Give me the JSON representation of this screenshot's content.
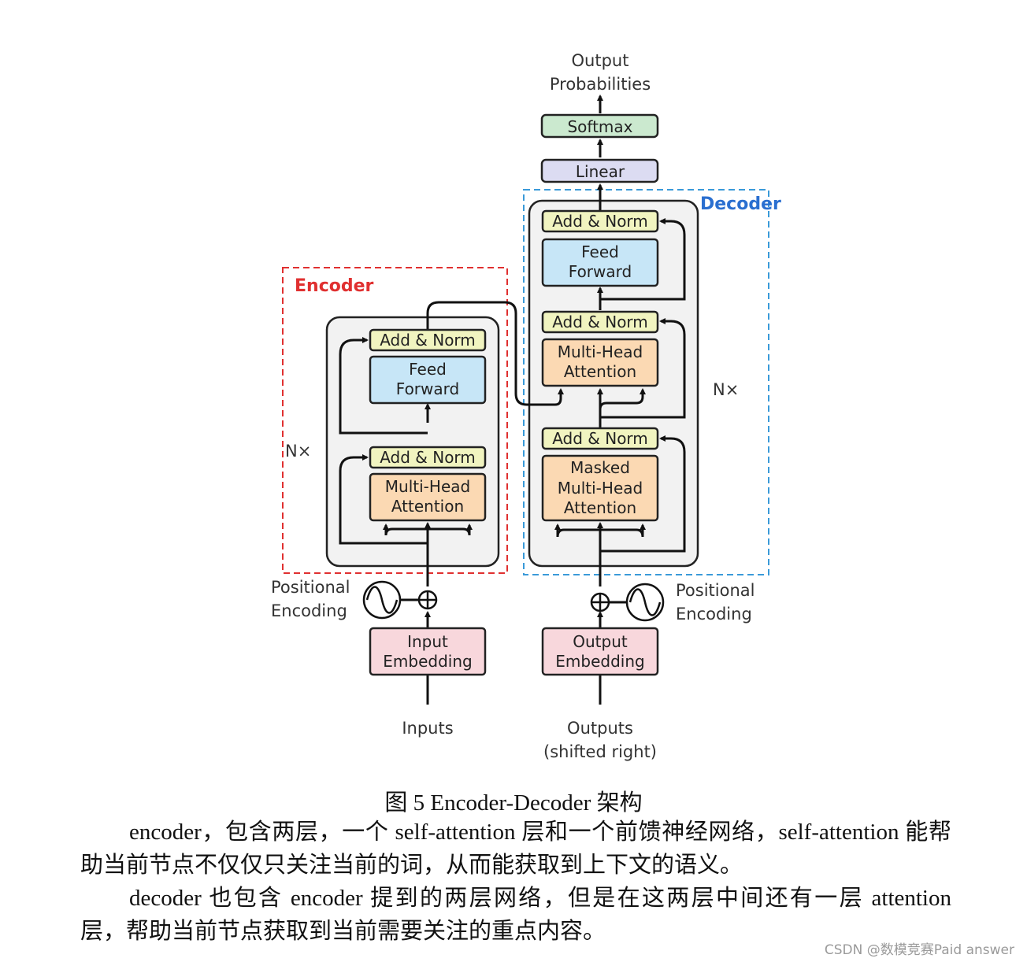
{
  "diagram": {
    "output_label": [
      "Output",
      "Probabilities"
    ],
    "softmax": "Softmax",
    "linear": "Linear",
    "encoder_tag": "Encoder",
    "decoder_tag": "Decoder",
    "add_norm": "Add & Norm",
    "feed_forward": [
      "Feed",
      "Forward"
    ],
    "multi_head": [
      "Multi-Head",
      "Attention"
    ],
    "masked_multi_head": [
      "Masked",
      "Multi-Head",
      "Attention"
    ],
    "nx": "N×",
    "positional_encoding": [
      "Positional",
      "Encoding"
    ],
    "input_embedding": [
      "Input",
      "Embedding"
    ],
    "output_embedding": [
      "Output",
      "Embedding"
    ],
    "inputs": "Inputs",
    "outputs": [
      "Outputs",
      "(shifted right)"
    ]
  },
  "colors": {
    "encoder_dash": "#e03030",
    "decoder_dash": "#3a9ad9",
    "add_norm_fill": "#f1f4c0",
    "feed_forward_fill": "#c7e6f7",
    "attention_fill": "#fbd9b3",
    "embedding_fill": "#f8d7dc",
    "softmax_fill": "#cbe9cf",
    "linear_fill": "#dcdcf2",
    "stack_fill": "#f2f2f2"
  },
  "text": {
    "caption": "图 5 Encoder-Decoder 架构",
    "para1": "encoder，包含两层，一个 self-attention 层和一个前馈神经网络，self-attention 能帮助当前节点不仅仅只关注当前的词，从而能获取到上下文的语义。",
    "para2": "decoder 也包含 encoder 提到的两层网络，但是在这两层中间还有一层 attention 层，帮助当前节点获取到当前需要关注的重点内容。",
    "watermark": "CSDN @数模竞赛Paid answer"
  }
}
